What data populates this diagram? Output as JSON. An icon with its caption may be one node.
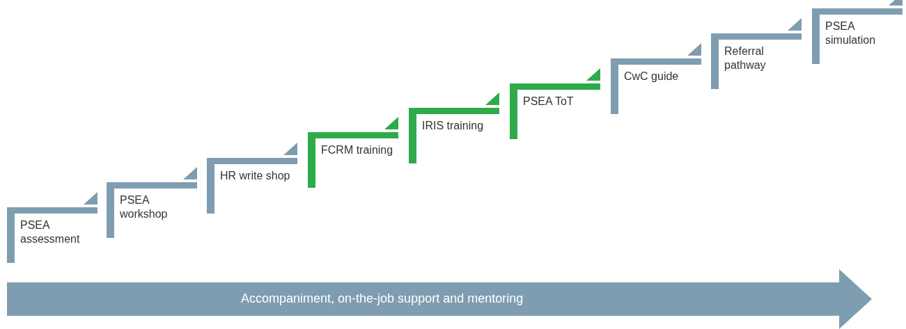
{
  "diagram": {
    "nodes": [
      {
        "text": [
          "PSEA assessment"
        ]
      },
      {
        "text": [
          "PSEA workshop"
        ]
      },
      {
        "text": [
          "HR write shop"
        ]
      },
      {
        "text": [
          "FCRM training"
        ]
      },
      {
        "text": [
          "IRIS training"
        ]
      },
      {
        "text": [
          "PSEA ToT"
        ]
      },
      {
        "text": [
          "CwC guide"
        ]
      },
      {
        "text": [
          "Referral pathway"
        ]
      },
      {
        "text": [
          "PSEA simulation"
        ]
      },
      {
        "text": [
          "Accompaniment, on-the-job support and mentoring"
        ]
      }
    ],
    "edges": []
  }
}
